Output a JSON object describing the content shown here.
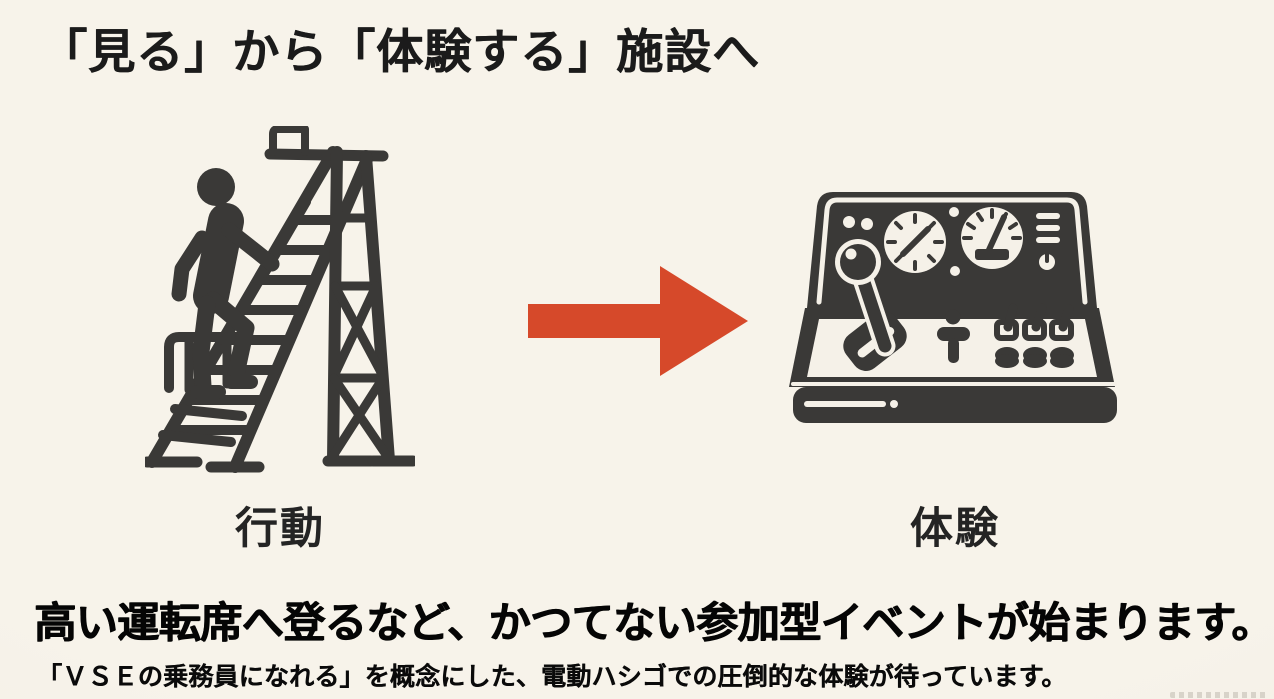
{
  "slide": {
    "title": "「見る」から「体験する」施設へ",
    "diagram": {
      "before": {
        "label": "行動",
        "icon": "person-climbing-platform-ladder"
      },
      "after": {
        "label": "体験",
        "icon": "train-driver-control-console"
      },
      "arrow_icon": "right-arrow"
    },
    "headline": "高い運転席へ登るなど、かつてない参加型イベントが始まります。",
    "subtext": "「ＶＳＥの乗務員になれる」を概念にした、電動ハシゴでの圧倒的な体験が待っています。",
    "colors": {
      "background": "#f5f1e8",
      "ink": "#3a3937",
      "arrow": "#d6492a",
      "text": "#111111"
    }
  }
}
